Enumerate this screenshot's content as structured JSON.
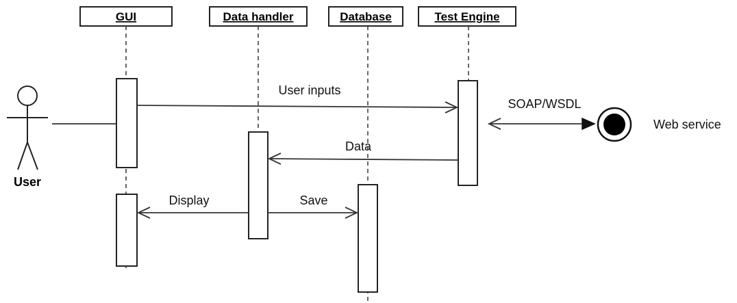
{
  "participants": {
    "gui": "GUI",
    "data_handler": "Data handler",
    "database": "Database",
    "test_engine": "Test Engine"
  },
  "actor": {
    "user": "User"
  },
  "messages": {
    "user_inputs": "User inputs",
    "data": "Data",
    "display": "Display",
    "save": "Save",
    "soap_wsdl": "SOAP/WSDL"
  },
  "external": {
    "web_service": "Web service"
  }
}
